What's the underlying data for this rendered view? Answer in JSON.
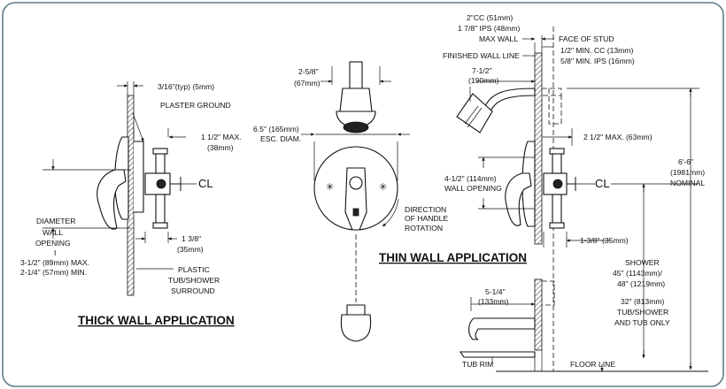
{
  "labels": {
    "thick_title": "THICK WALL APPLICATION",
    "thin_title": "THIN WALL APPLICATION",
    "thick_typ": "3/16\"(typ) (5mm)",
    "plaster_ground": "PLASTER GROUND",
    "max_1_5_a": "1 1/2\" MAX.",
    "max_1_5_b": "(38mm)",
    "diam_a": "DIAMETER",
    "diam_b": "WALL",
    "diam_c": "OPENING",
    "diam_d": "I",
    "diam_e": "3-1/2\" (89mm) MAX.",
    "diam_f": "2-1/4\" (57mm) MIN.",
    "d138_a": "1 3/8\"",
    "d138_b": "(35mm)",
    "plastic_a": "PLASTIC",
    "plastic_b": "TUB/SHOWER",
    "plastic_c": "SURROUND",
    "cl": "CL",
    "d258_a": "2-5/8\"",
    "d258_b": "(67mm)",
    "esc_a": "6.5\" (165mm)",
    "esc_b": "ESC. DIAM.",
    "dir_a": "DIRECTION",
    "dir_b": "OF HANDLE",
    "dir_c": "ROTATION",
    "cc2_a": "2\"CC (51mm)",
    "cc2_b": "1 7/8\" IPS (48mm)",
    "cc2_c": "MAX WALL",
    "face_stud": "FACE OF STUD",
    "finished_wall": "FINISHED WALL LINE",
    "min_cc_a": "1/2\" MIN. CC (13mm)",
    "min_cc_b": "5/8\" MIN. IPS (16mm)",
    "d712_a": "7-1/2\"",
    "d712_b": "(190mm)",
    "max_25": "2 1/2\" MAX. (63mm)",
    "d412_a": "4-1/2\" (114mm)",
    "d412_b": "WALL OPENING",
    "nominal_a": "6'-6\"",
    "nominal_b": "(1981mm)",
    "nominal_c": "NOMINAL",
    "d138_thin": "1-3/8\" (35mm)",
    "shower_a": "SHOWER",
    "shower_b": "45\" (1143mm)/",
    "shower_c": "48\" (1219mm)",
    "tub_a": "32\" (813mm)",
    "tub_b": "TUB/SHOWER",
    "tub_c": "AND TUB ONLY",
    "d514_a": "5-1/4\"",
    "d514_b": "(133mm)",
    "tub_rim": "TUB RIM",
    "floor_line": "FLOOR LINE"
  }
}
